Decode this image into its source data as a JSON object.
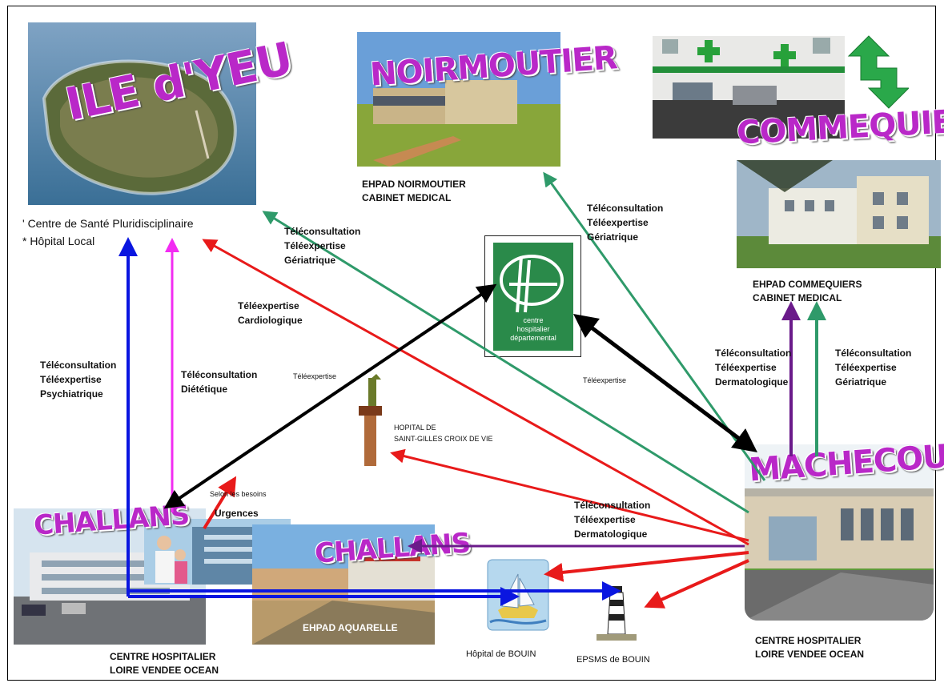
{
  "sites": {
    "ile_dyeu": {
      "title": "ILE d'YEU",
      "facilities": [
        "' Centre de Santé Pluridisciplinaire",
        "* Hôpital Local"
      ]
    },
    "noirmoutier": {
      "title": "NOIRMOUTIER",
      "caption": [
        "EHPAD NOIRMOUTIER",
        "CABINET MEDICAL"
      ]
    },
    "commequiers": {
      "title": "COMMEQUIERS"
    },
    "ehpad_commequiers": {
      "caption": [
        "EHPAD COMMEQUIERS",
        "CABINET MEDICAL"
      ]
    },
    "saint_gilles": {
      "caption": [
        "HOPITAL DE",
        "SAINT-GILLES CROIX DE VIE"
      ]
    },
    "challans_hospital": {
      "title": "CHALLANS",
      "caption": [
        "CENTRE HOSPITALIER",
        "LOIRE VENDEE OCEAN"
      ]
    },
    "ehpad_aquarelle": {
      "title": "CHALLANS",
      "caption": "EHPAD AQUARELLE"
    },
    "bouin_hospital": {
      "caption": "Hôpital de BOUIN"
    },
    "epsms_bouin": {
      "caption": "EPSMS de BOUIN"
    },
    "machecoul": {
      "title": "MACHECOUL",
      "caption": [
        "CENTRE HOSPITALIER",
        "LOIRE VENDEE OCEAN"
      ]
    }
  },
  "links": {
    "ile_dyeu_geriatrique": [
      "Téléconsultation",
      "Téléexpertise",
      "Gériatrique"
    ],
    "noirmoutier_geriatrique": [
      "Téléconsultation",
      "Téléexpertise",
      "Gériatrique"
    ],
    "cardiologique": [
      "Téléexpertise",
      "Cardiologique"
    ],
    "psychiatrique": [
      "Téléconsultation",
      "Téléexpertise",
      "Psychiatrique"
    ],
    "dietetique": [
      "Téléconsultation",
      "Diététique"
    ],
    "teleexpertise_left": "Téléexpertise",
    "teleexpertise_right": "Téléexpertise",
    "commequiers_dermato": [
      "Téléconsultation",
      "Téléexpertise",
      "Dermatologique"
    ],
    "commequiers_geriatrique": [
      "Téléconsultation",
      "Téléexpertise",
      "Gériatrique"
    ],
    "aquarelle_dermato": [
      "Téléconsultation",
      "Téléexpertise",
      "Dermatologique"
    ],
    "selon_besoins": "Selon les besoins",
    "urgences": "Urgences"
  },
  "colors": {
    "title_purple": "#b928c8",
    "arrow_blue": "#0a16e0",
    "arrow_magenta": "#f22cf2",
    "arrow_red": "#e81a1a",
    "arrow_green": "#2f9a6a",
    "arrow_purple": "#6a1a8a",
    "arrow_black": "#000000"
  }
}
